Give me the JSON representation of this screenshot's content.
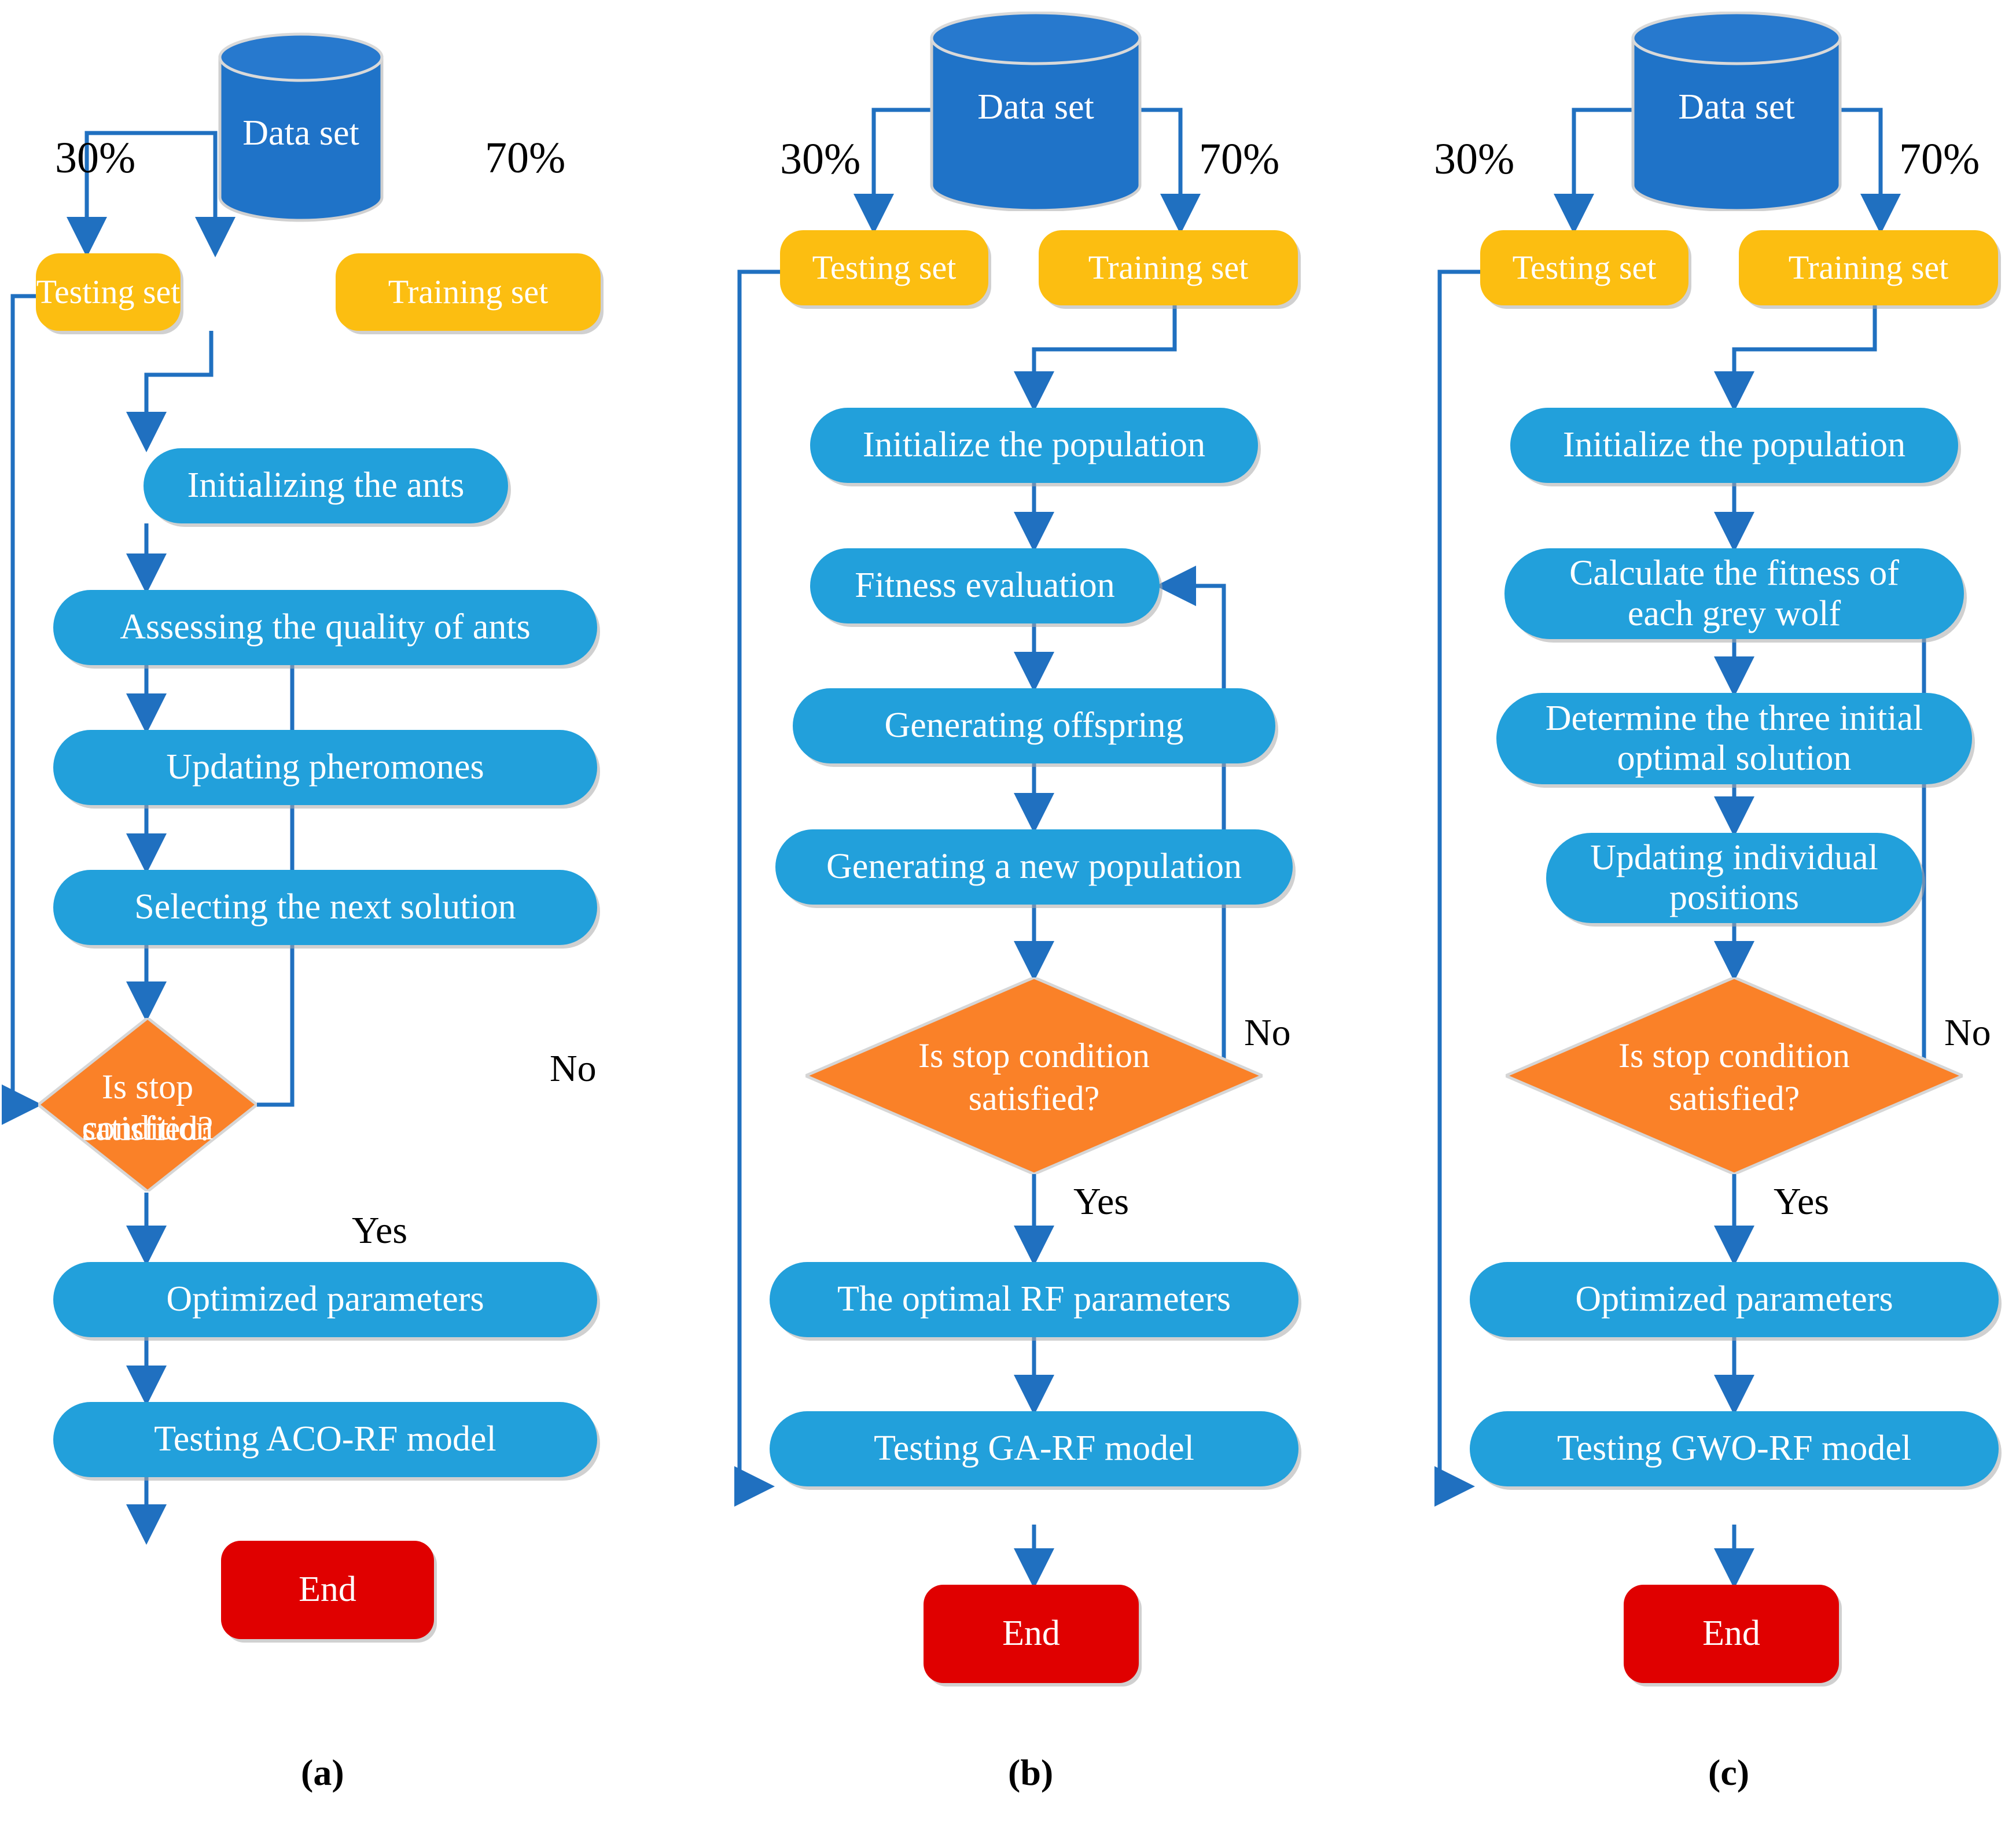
{
  "figure": {
    "colors": {
      "cylinder_blue": "#1f73c8",
      "process_blue": "#22a0db",
      "set_yellow": "#fcbe11",
      "decision_orange": "#fa8128",
      "end_red": "#e00000",
      "wire_blue": "#2070c0",
      "text_black": "#000000",
      "node_text": "#ffffff"
    },
    "panels": [
      {
        "caption": "(a)",
        "source": {
          "label": "Data set"
        },
        "split": {
          "left_pct": "30%",
          "right_pct": "70%"
        },
        "sets": {
          "testing": "Testing set",
          "training": "Training set"
        },
        "steps": [
          "Initializing the ants",
          "Assessing the quality of ants",
          "Updating pheromones",
          "Selecting the next solution"
        ],
        "decision": "Is stop condition satisfied?",
        "decision_line1": "Is stop condition",
        "decision_line2": "satisfied?",
        "branch_no": "No",
        "branch_yes": "Yes",
        "tail": [
          "Optimized parameters",
          "Testing ACO-RF model"
        ],
        "end": "End"
      },
      {
        "caption": "(b)",
        "source": {
          "label": "Data set"
        },
        "split": {
          "left_pct": "30%",
          "right_pct": "70%"
        },
        "sets": {
          "testing": "Testing set",
          "training": "Training set"
        },
        "steps": [
          "Initialize the population",
          "Fitness evaluation",
          "Generating offspring",
          "Generating a new population"
        ],
        "decision": "Is stop condition satisfied?",
        "decision_line1": "Is stop condition",
        "decision_line2": "satisfied?",
        "branch_no": "No",
        "branch_yes": "Yes",
        "tail": [
          "The optimal RF parameters",
          "Testing GA-RF model"
        ],
        "end": "End"
      },
      {
        "caption": "(c)",
        "source": {
          "label": "Data set"
        },
        "split": {
          "left_pct": "30%",
          "right_pct": "70%"
        },
        "sets": {
          "testing": "Testing set",
          "training": "Training set"
        },
        "steps": [
          "Initialize the population",
          "Calculate the fitness of each grey wolf",
          "Determine the three initial optimal solution",
          "Updating individual positions"
        ],
        "steps_lines": [
          [
            "Initialize the population"
          ],
          [
            "Calculate the fitness of",
            "each grey wolf"
          ],
          [
            "Determine the three initial",
            "optimal solution"
          ],
          [
            "Updating individual",
            "positions"
          ]
        ],
        "decision": "Is stop condition satisfied?",
        "decision_line1": "Is stop condition",
        "decision_line2": "satisfied?",
        "branch_no": "No",
        "branch_yes": "Yes",
        "tail": [
          "Optimized parameters",
          "Testing GWO-RF model"
        ],
        "end": "End"
      }
    ]
  }
}
